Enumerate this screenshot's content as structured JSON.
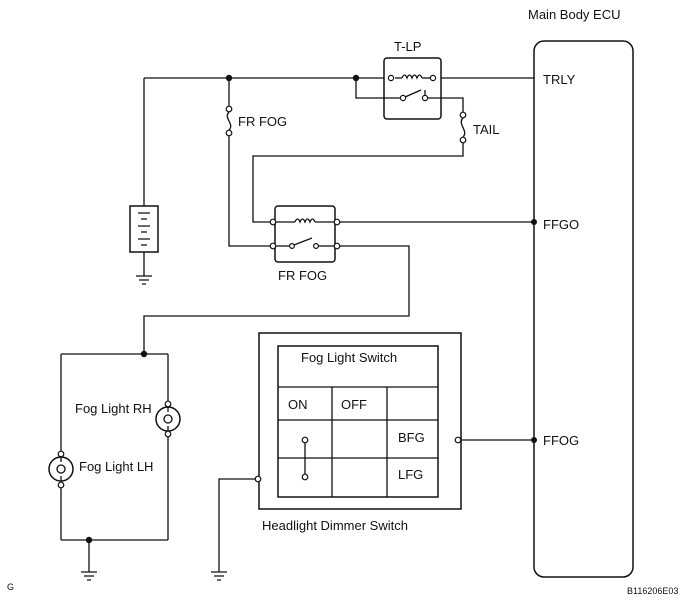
{
  "labels": {
    "ecu_title": "Main Body ECU",
    "trly": "TRLY",
    "ffgo": "FFGO",
    "ffog": "FFOG",
    "tlp": "T-LP",
    "tail": "TAIL",
    "fr_fog_fuse": "FR FOG",
    "fr_fog_relay": "FR FOG",
    "fog_switch_title": "Fog Light Switch",
    "sw_on": "ON",
    "sw_off": "OFF",
    "bfg": "BFG",
    "lfg": "LFG",
    "headlight_dimmer": "Headlight Dimmer Switch",
    "fog_rh": "Fog Light RH",
    "fog_lh": "Fog Light LH",
    "corner_left": "G",
    "corner_right": "B116206E03"
  }
}
